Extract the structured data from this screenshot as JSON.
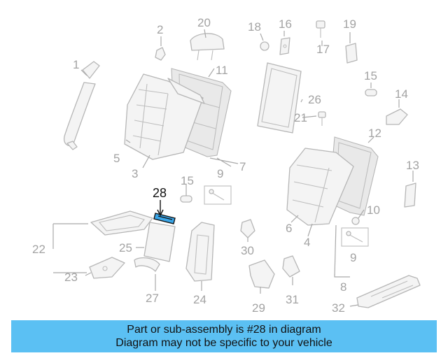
{
  "diagram": {
    "highlighted_part": "28",
    "accent_color": "#5bc0f3",
    "highlight_color": "#3aa6e8",
    "labels": {
      "p1": "1",
      "p2": "2",
      "p3": "3",
      "p4": "4",
      "p5": "5",
      "p6": "6",
      "p7": "7",
      "p8": "8",
      "p9a": "9",
      "p9b": "9",
      "p10": "10",
      "p11": "11",
      "p12": "12",
      "p13": "13",
      "p14": "14",
      "p15a": "15",
      "p15b": "15",
      "p16": "16",
      "p17": "17",
      "p18": "18",
      "p19": "19",
      "p20": "20",
      "p21": "21",
      "p22": "22",
      "p23": "23",
      "p24": "24",
      "p25": "25",
      "p26": "26",
      "p27": "27",
      "p28": "28",
      "p29": "29",
      "p30": "30",
      "p31": "31",
      "p32": "32"
    }
  },
  "banner": {
    "line1": "Part or sub-assembly is #28 in diagram",
    "line2": "Diagram may not be specific to your vehicle"
  }
}
